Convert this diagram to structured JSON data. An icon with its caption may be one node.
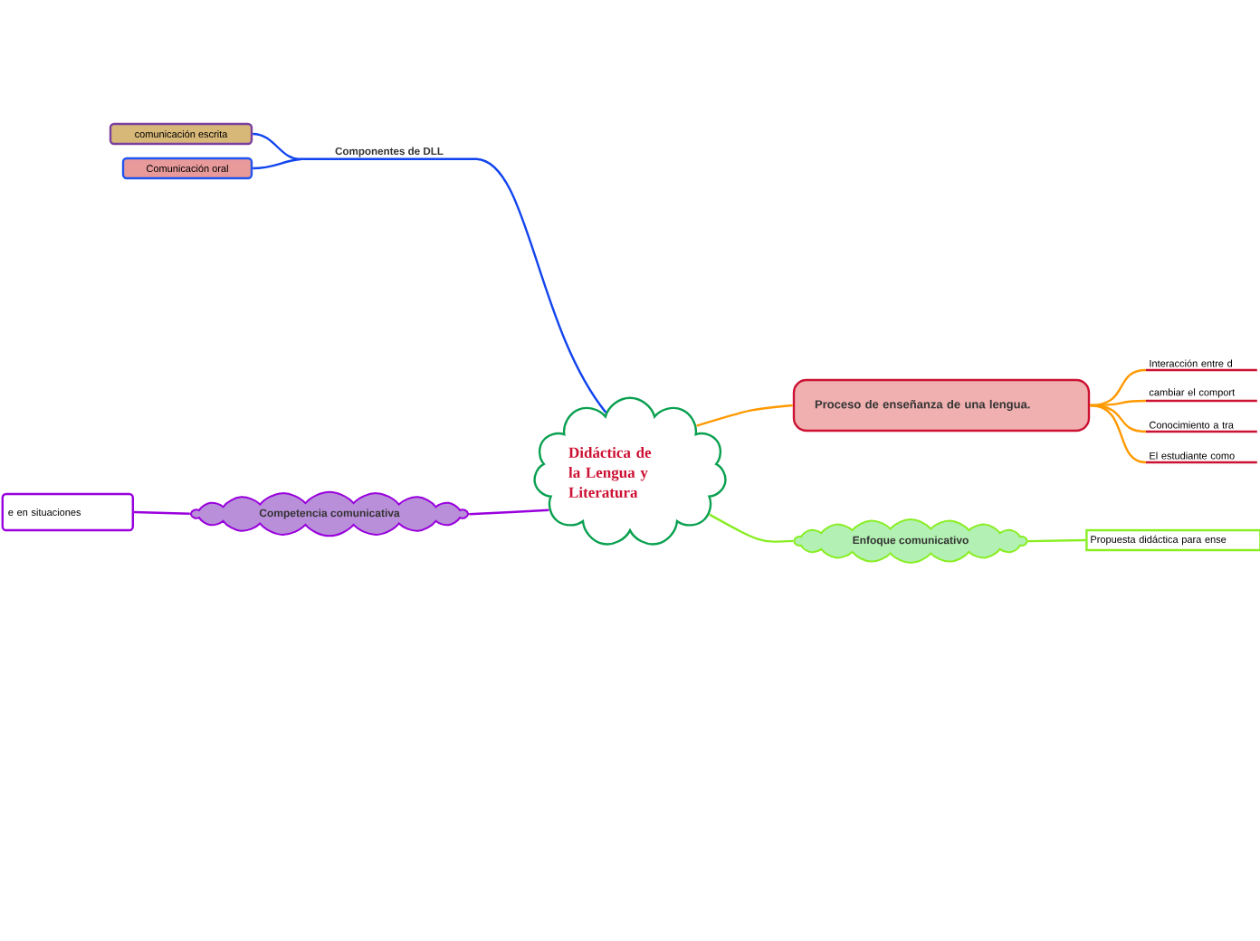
{
  "diagram": {
    "nodes": [
      {
        "text": [
          "Didáctica de la Lengua y Literatura"
        ]
      },
      {
        "text": [
          "Componentes de DLL"
        ]
      },
      {
        "text": [
          "comunicación escrita"
        ]
      },
      {
        "text": [
          "Comunicación oral"
        ]
      },
      {
        "text": [
          "Proceso de enseñanza de una lengua."
        ]
      },
      {
        "text": [
          "Interacción entre d"
        ]
      },
      {
        "text": [
          "cambiar el comport"
        ]
      },
      {
        "text": [
          "Conocimiento a tra"
        ]
      },
      {
        "text": [
          "El estudiante como"
        ]
      },
      {
        "text": [
          "Enfoque comunicativo"
        ]
      },
      {
        "text": [
          "Propuesta didáctica para ense"
        ]
      },
      {
        "text": [
          "Competencia comunicativa"
        ]
      },
      {
        "text": [
          "e en situaciones"
        ]
      }
    ],
    "edges": [
      {
        "from": 0,
        "to": 1,
        "arrow": "none",
        "color": "#1144ee"
      },
      {
        "from": 1,
        "to": 2,
        "arrow": "none",
        "color": "#1144ee"
      },
      {
        "from": 1,
        "to": 3,
        "arrow": "none",
        "color": "#1144ee"
      },
      {
        "from": 0,
        "to": 4,
        "arrow": "none",
        "color": "#ff9900"
      },
      {
        "from": 4,
        "to": 5,
        "arrow": "none",
        "color": "#ff9900"
      },
      {
        "from": 4,
        "to": 6,
        "arrow": "none",
        "color": "#ff9900"
      },
      {
        "from": 4,
        "to": 7,
        "arrow": "none",
        "color": "#ff9900"
      },
      {
        "from": 4,
        "to": 8,
        "arrow": "none",
        "color": "#ff9900"
      },
      {
        "from": 0,
        "to": 9,
        "arrow": "none",
        "color": "#88ee22"
      },
      {
        "from": 9,
        "to": 10,
        "arrow": "none",
        "color": "#88ee22"
      },
      {
        "from": 0,
        "to": 11,
        "arrow": "none",
        "color": "#9900dd"
      },
      {
        "from": 11,
        "to": 12,
        "arrow": "none",
        "color": "#9900dd"
      }
    ]
  }
}
